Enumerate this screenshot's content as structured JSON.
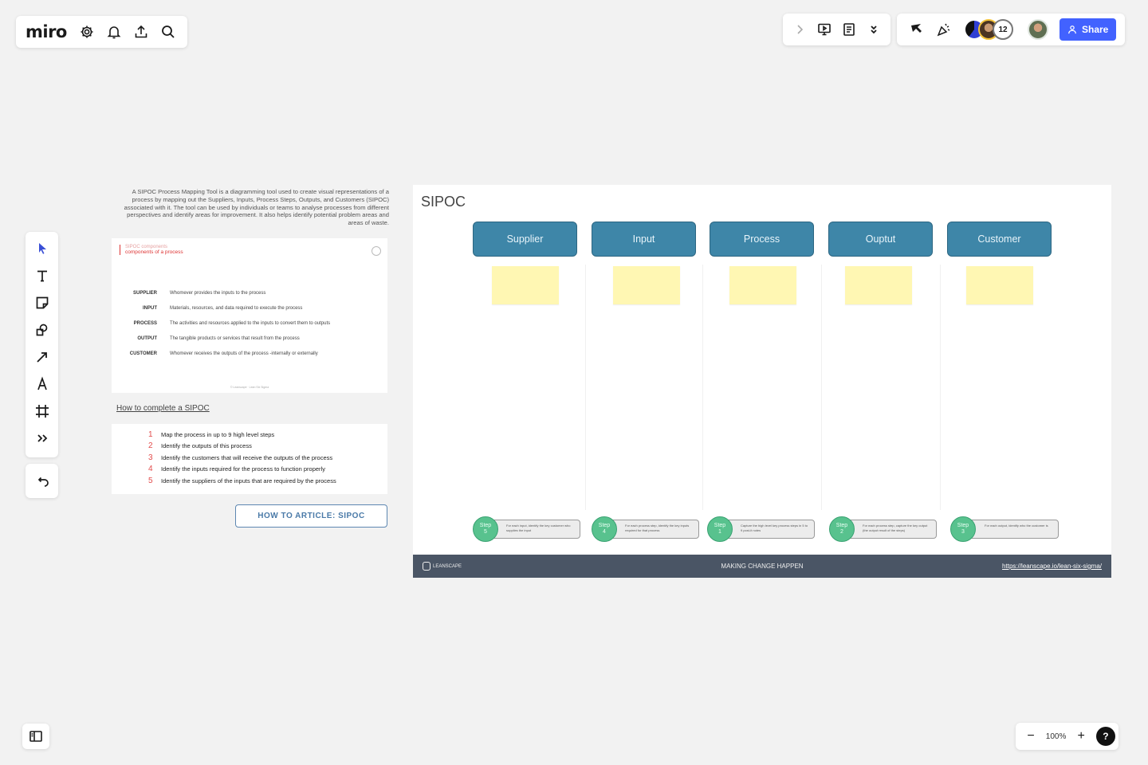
{
  "app": {
    "logo": "miro",
    "top_left_icons": [
      "settings-icon",
      "bell-icon",
      "upload-icon",
      "search-icon"
    ],
    "top_mid_icons": [
      "chevron-right-icon",
      "present-icon",
      "notes-icon",
      "more-down-icon"
    ],
    "top_right_icons": [
      "cursor-icon",
      "celebrate-icon"
    ],
    "collaborator_count": "12",
    "share_label": "Share",
    "accent_color": "#4262ff"
  },
  "toolbar": {
    "tools": [
      "select-icon",
      "text-icon",
      "sticky-note-icon",
      "shapes-icon",
      "arrow-icon",
      "pen-icon",
      "frame-icon",
      "more-tools-icon"
    ],
    "undo": "undo-icon"
  },
  "zoom": {
    "value": "100%",
    "minus": "−",
    "plus": "+",
    "help": "?"
  },
  "intro": {
    "description": "A SIPOC Process Mapping Tool is a diagramming tool used to create visual representations of a process by mapping out the Suppliers, Inputs, Process Steps, Outputs, and Customers (SIPOC) associated with it. The tool can be used by individuals or teams to analyse processes from different perspectives and identify areas for improvement. It also helps identify potential problem areas and areas of waste.",
    "components_kicker": "SIPOC components",
    "components_subtitle": "components of a process",
    "components": [
      {
        "term": "SUPPLIER",
        "definition": "Whomever provides the inputs to the process"
      },
      {
        "term": "INPUT",
        "definition": "Materials, resources, and data required to execute the process"
      },
      {
        "term": "PROCESS",
        "definition": "The activities and resources applied to the inputs to convert them to outputs"
      },
      {
        "term": "OUTPUT",
        "definition": "The tangible products or services that result from the process"
      },
      {
        "term": "CUSTOMER",
        "definition": "Whomever receives the outputs of the process -internally or externally"
      }
    ],
    "components_footer": "© Leanscape · Lean Six Sigma",
    "howto_link": "How to complete a SIPOC",
    "steps": [
      {
        "num": "1",
        "text": "Map the process in up to 9 high level steps"
      },
      {
        "num": "2",
        "text": "Identify the outputs of this process"
      },
      {
        "num": "3",
        "text": "Identify the customers that will receive the outputs of the process"
      },
      {
        "num": "4",
        "text": "Identify the inputs required for the process to function properly"
      },
      {
        "num": "5",
        "text": "Identify the suppliers of the inputs that are required by the process"
      }
    ],
    "article_button": "HOW TO ARTICLE: SIPOC"
  },
  "sipoc": {
    "title": "SIPOC",
    "columns": [
      {
        "header": "Supplier",
        "step_word": "Step",
        "step_num": "5",
        "hint": "For each input, identify the key customer who supplies the input"
      },
      {
        "header": "Input",
        "step_word": "Step",
        "step_num": "4",
        "hint": "For each process step, identify the key inputs required for that process"
      },
      {
        "header": "Process",
        "step_word": "Step",
        "step_num": "1",
        "hint": "Capture the high level key process steps in 5 to 9 post-it notes"
      },
      {
        "header": "Ouptut",
        "step_word": "Step",
        "step_num": "2",
        "hint": "For each process step, capture the key output (the output result of the steps)"
      },
      {
        "header": "Customer",
        "step_word": "Step",
        "step_num": "3",
        "hint": "For each output, identify who the customer is"
      }
    ],
    "footer": {
      "logo_text": "LEANSCAPE",
      "tagline": "MAKING CHANGE HAPPEN",
      "url": "https://leanscape.io/lean-six-sigma/"
    },
    "header_color": "#3e86a8",
    "sticky_color": "#fff7b3",
    "step_color": "#58c28e",
    "footer_color": "#4a5565"
  }
}
